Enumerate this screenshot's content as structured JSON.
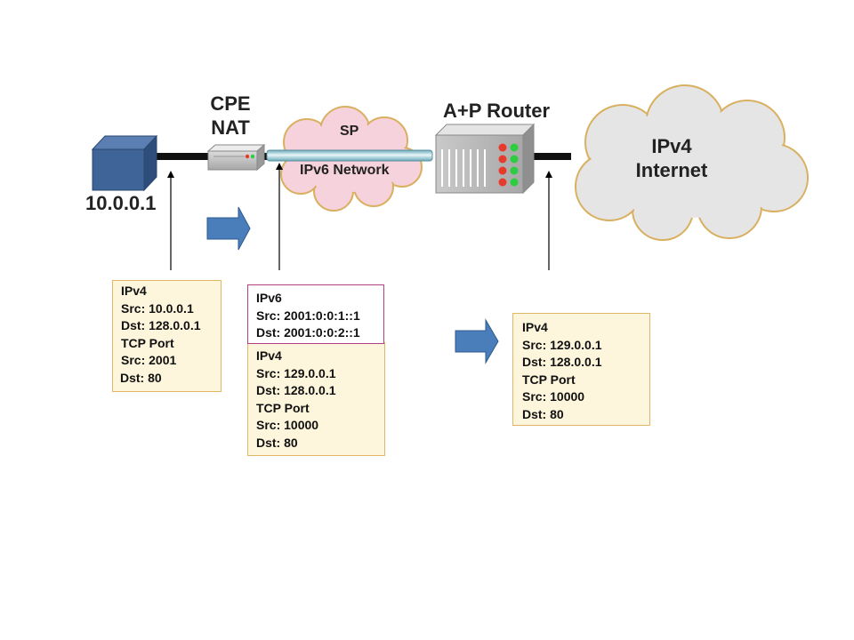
{
  "labels": {
    "cpe_nat": [
      "CPE",
      "NAT"
    ],
    "host_ip": "10.0.0.1",
    "ap_router": "A+P Router",
    "sp": "SP",
    "ipv6_network": "IPv6 Network",
    "internet": [
      "IPv4",
      "Internet"
    ]
  },
  "packets": {
    "left": [
      "IPv4",
      "Src: 10.0.0.1",
      "Dst: 128.0.0.1",
      "TCP Port",
      "Src: 2001",
      "Dst: 80"
    ],
    "middle_ipv6": [
      "IPv6",
      "Src: 2001:0:0:1::1",
      "Dst: 2001:0:0:2::1"
    ],
    "middle_ipv4": [
      "IPv4",
      "Src: 129.0.0.1",
      "Dst: 128.0.0.1",
      "TCP Port",
      "Src: 10000",
      "Dst: 80"
    ],
    "right": [
      "IPv4",
      "Src: 129.0.0.1",
      "Dst: 128.0.0.1",
      "TCP Port",
      "Src: 10000",
      "Dst: 80"
    ]
  },
  "colors": {
    "host": "#3f6497",
    "flow_arrow": "#4a7ebb",
    "cloud_sp": "#f6d2dc",
    "cloud_internet": "#e5e5e5",
    "led_red": "#e83a2a",
    "led_green": "#2ecc40",
    "packet_fill": "#fdf6dc"
  }
}
